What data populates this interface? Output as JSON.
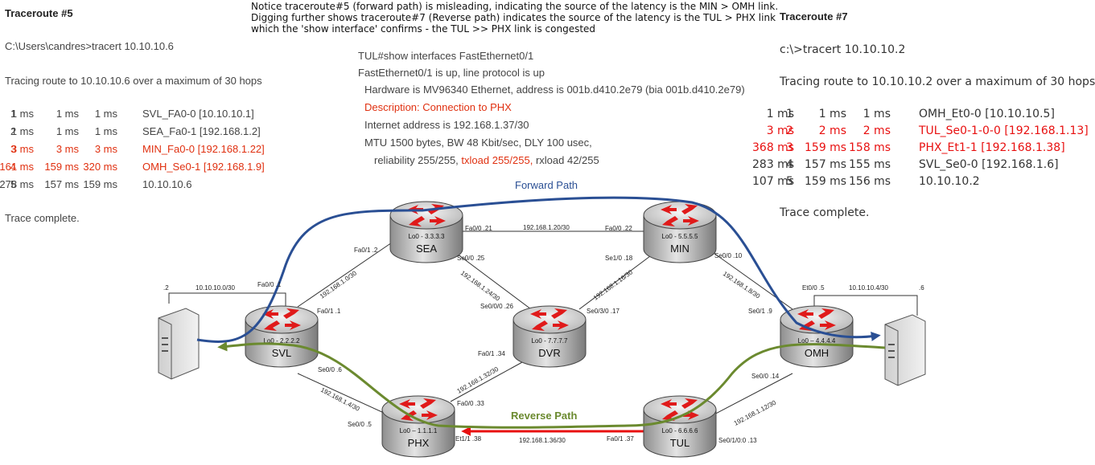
{
  "note": {
    "lines": [
      "Notice traceroute#5 (forward path) is misleading, indicating the source of the latency is the MIN > OMH link.",
      "Digging further shows traceroute#7 (Reverse path) indicates the source of the latency is the TUL > PHX link",
      "which the 'show interface' confirms - the TUL >> PHX link is congested"
    ]
  },
  "trace5": {
    "title": "Traceroute #5",
    "command": "C:\\Users\\candres>tracert 10.10.10.6",
    "tracing": "Tracing route to 10.10.10.6 over a maximum of 30 hops",
    "hops": [
      {
        "n": "1",
        "a": "1 ms",
        "b": "1 ms",
        "c": "1 ms",
        "host": "SVL_FA0-0 [10.10.10.1]"
      },
      {
        "n": "2",
        "a": "1 ms",
        "b": "1 ms",
        "c": "1 ms",
        "host": "SEA_Fa0-1 [192.168.1.2]"
      },
      {
        "n": "3",
        "a": "3 ms",
        "b": "3 ms",
        "c": "3 ms",
        "host": "MIN_Fa0-0 [192.168.1.22]"
      },
      {
        "n": "4",
        "a": "161 ms",
        "b": "159 ms",
        "c": "320 ms",
        "host": "OMH_Se0-1 [192.168.1.9]"
      },
      {
        "n": "5",
        "a": "278 ms",
        "b": "157 ms",
        "c": "159 ms",
        "host": "10.10.10.6"
      }
    ],
    "complete": "Trace complete."
  },
  "trace7": {
    "title": "Traceroute #7",
    "command": "c:\\>tracert 10.10.10.2",
    "tracing": "Tracing route to 10.10.10.2 over a maximum of 30 hops",
    "hops": [
      {
        "n": "1",
        "a": "1 ms",
        "b": "1 ms",
        "c": "1 ms",
        "host": "OMH_Et0-0 [10.10.10.5]"
      },
      {
        "n": "2",
        "a": "3 ms",
        "b": "2 ms",
        "c": "2 ms",
        "host": "TUL_Se0-1-0-0 [192.168.1.13]"
      },
      {
        "n": "3",
        "a": "368 ms",
        "b": "159 ms",
        "c": "158 ms",
        "host": "PHX_Et1-1 [192.168.1.38]"
      },
      {
        "n": "4",
        "a": "283 ms",
        "b": "157 ms",
        "c": "155 ms",
        "host": "SVL_Se0-0 [192.168.1.6]"
      },
      {
        "n": "5",
        "a": "107 ms",
        "b": "159 ms",
        "c": "156 ms",
        "host": "10.10.10.2"
      }
    ],
    "complete": "Trace complete."
  },
  "show": {
    "command": "TUL#show interfaces FastEthernet0/1",
    "status": "FastEthernet0/1 is up, line protocol is up",
    "hardware": "Hardware is MV96340 Ethernet, address is 001b.d410.2e79 (bia 001b.d410.2e79)",
    "description": "Description: Connection to PHX",
    "internet": "Internet address is 192.168.1.37/30",
    "mtu": "MTU 1500 bytes, BW 48 Kbit/sec, DLY 100 usec,",
    "rel_a": "reliability 255/255,",
    "rel_b": "txload 255/255,",
    "rel_c": "rxload 42/255"
  },
  "diagram": {
    "forward_path": "Forward Path",
    "reverse_path": "Reverse Path",
    "routers": {
      "sea": {
        "name": "SEA",
        "lo": "Lo0 - 3.3.3.3"
      },
      "min": {
        "name": "MIN",
        "lo": "Lo0 - 5.5.5.5"
      },
      "svl": {
        "name": "SVL",
        "lo": "Lo0 - 2.2.2.2"
      },
      "dvr": {
        "name": "DVR",
        "lo": "Lo0 - 7.7.7.7"
      },
      "omh": {
        "name": "OMH",
        "lo": "Lo0 – 4.4.4.4"
      },
      "phx": {
        "name": "PHX",
        "lo": "Lo0 – 1.1.1.1"
      },
      "tul": {
        "name": "TUL",
        "lo": "Lo0 - 6.6.6.6"
      }
    },
    "links": {
      "sea_min": "192.168.1.20/30",
      "svl_sea": "192.168.1.0/30",
      "sea_dvr": "192.168.1.24/30",
      "min_dvr": "192.168.1.16/30",
      "min_omh": "192.168.1.8/30",
      "svl_host": "10.10.10.0/30",
      "omh_host": "10.10.10.4/30",
      "dvr_phx": "192.168.1.32/30",
      "svl_phx": "192.168.1.4/30",
      "phx_tul": "192.168.1.36/30",
      "tul_omh": "192.168.1.12/30"
    },
    "ports": {
      "sea_fa00": "Fa0/0  .21",
      "min_fa00": "Fa0/0  .22",
      "sea_fa01": "Fa0/1  .2",
      "sea_se00": "Se0/0  .25",
      "min_se10": "Se1/0  .18",
      "min_se00": "Se0/0  .10",
      "host_l": ".2",
      "svl_fa00": "Fa0/0  .1",
      "svl_fa01": "Fa0/1  .1",
      "svl_se00": "Se0/0  .6",
      "dvr_se000": "Se0/0/0  .26",
      "dvr_se30": "Se0/3/0  .17",
      "dvr_fa01": "Fa0/1  .34",
      "omh_et00": "Et0/0  .5",
      "host_r": ".6",
      "omh_se01": "Se0/1  .9",
      "omh_se00": "Se0/0  .14",
      "phx_fa00": "Fa0/0  .33",
      "phx_se00": "Se0/0  .5",
      "phx_et11": "Et1/1  .38",
      "tul_fa01": "Fa0/1  .37",
      "tul_se010": "Se0/1/0:0  .13"
    },
    "colors": {
      "forward": "#2a4f94",
      "reverse": "#6b8a2f",
      "congested": "#e81010",
      "arrow": "#e01a1a"
    }
  }
}
